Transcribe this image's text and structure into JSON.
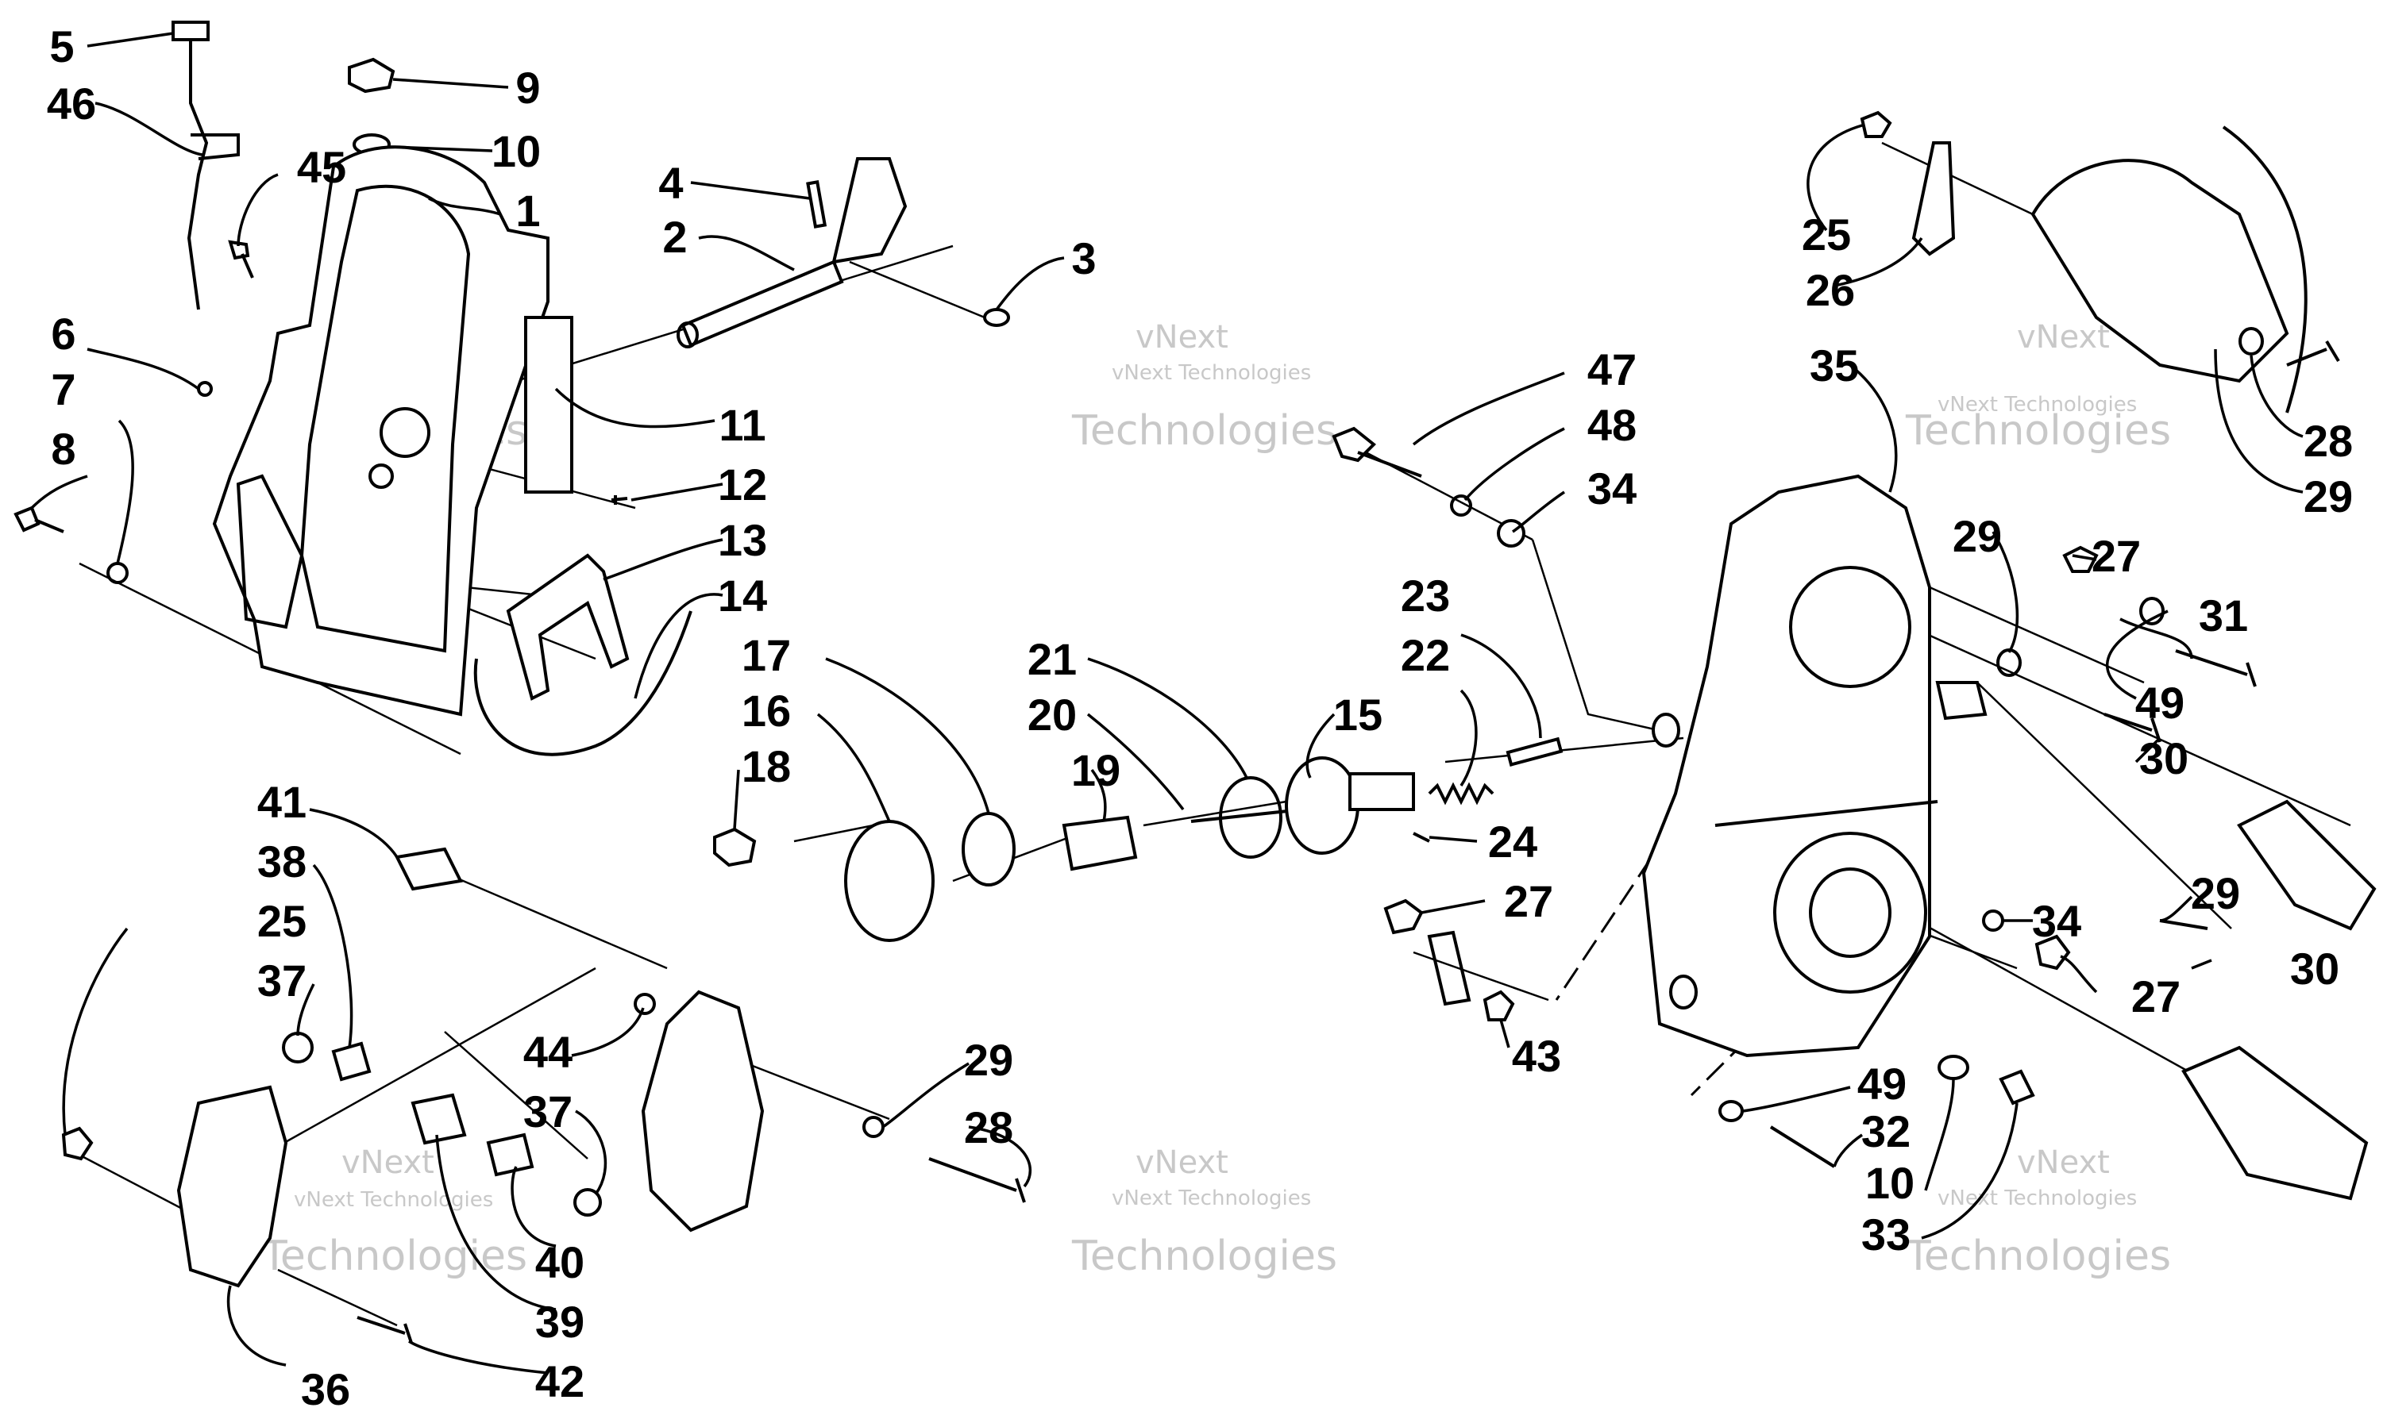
{
  "watermark": {
    "brand_line1": "vNext",
    "brand_line2": "Technologies",
    "caption": "vNext Technologies"
  },
  "callouts": [
    "5",
    "46",
    "45",
    "9",
    "10",
    "1",
    "6",
    "7",
    "8",
    "4",
    "2",
    "3",
    "11",
    "12",
    "13",
    "14",
    "17",
    "16",
    "18",
    "21",
    "20",
    "19",
    "15",
    "23",
    "22",
    "24",
    "47",
    "48",
    "34",
    "27",
    "43",
    "41",
    "38",
    "25",
    "37",
    "44",
    "37",
    "29",
    "28",
    "40",
    "39",
    "36",
    "42",
    "25",
    "26",
    "35",
    "28",
    "29",
    "29",
    "27",
    "31",
    "49",
    "30",
    "34",
    "29",
    "30",
    "27",
    "49",
    "32",
    "10",
    "33"
  ]
}
